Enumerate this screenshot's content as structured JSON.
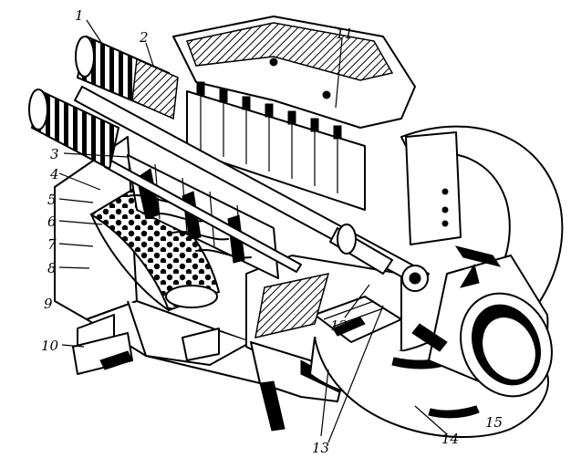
{
  "labels": [
    {
      "id": "1",
      "text": "1"
    },
    {
      "id": "2",
      "text": "2"
    },
    {
      "id": "3",
      "text": "3"
    },
    {
      "id": "4",
      "text": "4"
    },
    {
      "id": "5",
      "text": "5"
    },
    {
      "id": "6",
      "text": "6"
    },
    {
      "id": "7",
      "text": "7"
    },
    {
      "id": "8",
      "text": "8"
    },
    {
      "id": "9",
      "text": "9"
    },
    {
      "id": "10",
      "text": "10"
    },
    {
      "id": "11",
      "text": "11"
    },
    {
      "id": "12",
      "text": "12"
    },
    {
      "id": "13",
      "text": "13"
    },
    {
      "id": "14",
      "text": "14"
    },
    {
      "id": "15",
      "text": "15"
    }
  ],
  "colors": {
    "ink": "#000000",
    "paper": "#ffffff"
  }
}
